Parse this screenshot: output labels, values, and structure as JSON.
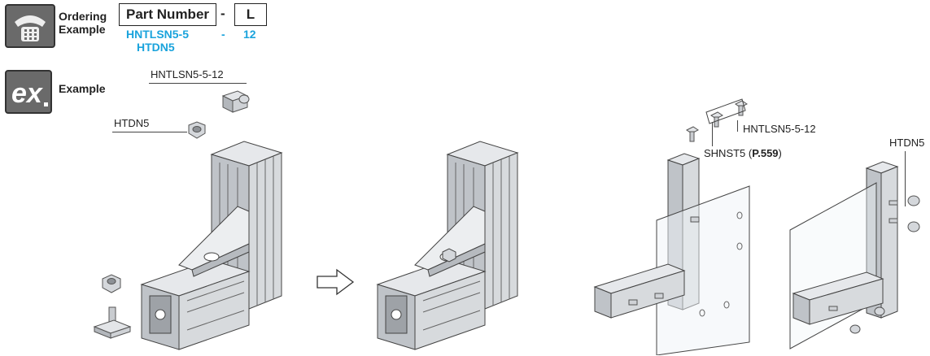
{
  "ordering": {
    "label_line1": "Ordering",
    "label_line2": "Example",
    "part_number_header": "Part Number",
    "dash": "-",
    "length_header": "L",
    "example_part": "HNTLSN5-5",
    "example_length": "12",
    "example_part2": "HTDN5"
  },
  "example_section": {
    "icon_text": "ex",
    "label": "Example",
    "callout_bolt": "HNTLSN5-5-12",
    "callout_nut": "HTDN5"
  },
  "right_panel": {
    "callout_bolt": "HNTLSN5-5-12",
    "callout_shnst_prefix": "SHNST5 (",
    "callout_shnst_ref": "P.559",
    "callout_shnst_suffix": ")",
    "callout_nut": "HTDN5"
  },
  "colors": {
    "accent_blue": "#1aa3dc",
    "icon_gray": "#6a6a6a",
    "aluminum": "#c9ccd0"
  }
}
